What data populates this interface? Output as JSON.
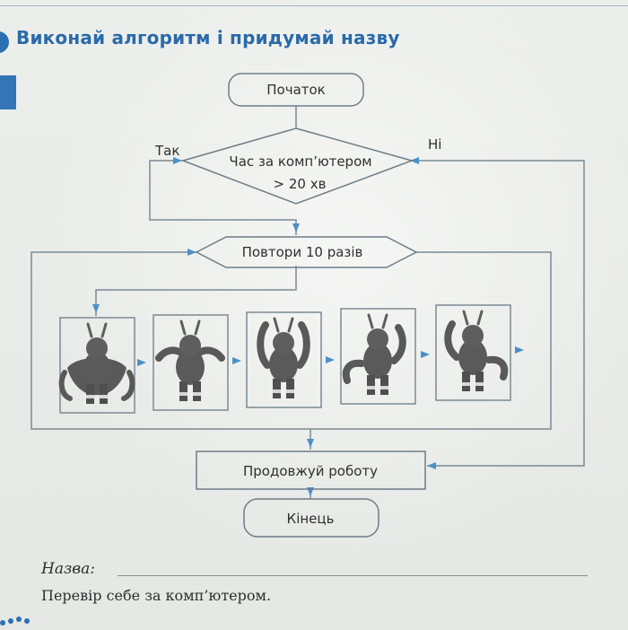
{
  "header": {
    "title": "Виконай алгоритм і придумай назву"
  },
  "flowchart": {
    "start_label": "Початок",
    "decision_line1": "Час за комп’ютером",
    "decision_line2": "> 20 хв",
    "yes_label": "Так",
    "no_label": "Ні",
    "loop_label": "Повтори 10 разів",
    "continue_label": "Продовжуй роботу",
    "end_label": "Кінець"
  },
  "footer": {
    "name_label": "Назва:",
    "check_text": "Перевір себе за комп’ютером."
  },
  "colors": {
    "title": "#2a6aa9",
    "arrow": "#4a90c8",
    "figure": "#575757",
    "frame": "#7a8a94"
  }
}
